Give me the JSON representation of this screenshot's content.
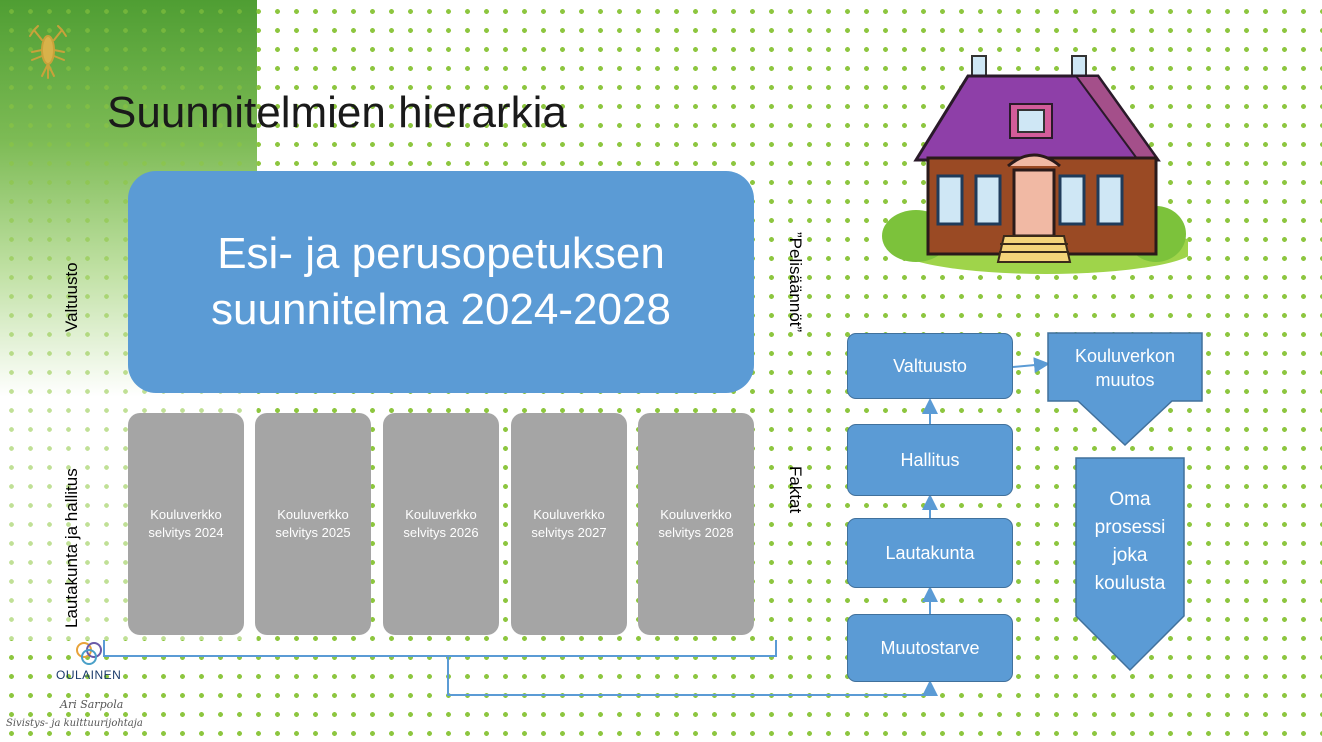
{
  "slide": {
    "title": "Suunnitelmien hierarkia",
    "main_plan": {
      "line1": "Esi- ja perusopetuksen",
      "line2": "suunnitelma 2024-2028"
    },
    "reports": [
      {
        "line1": "Kouluverkko",
        "line2": "selvitys 2024"
      },
      {
        "line1": "Kouluverkko",
        "line2": "selvitys 2025"
      },
      {
        "line1": "Kouluverkko",
        "line2": "selvitys 2026"
      },
      {
        "line1": "Kouluverkko",
        "line2": "selvitys 2027"
      },
      {
        "line1": "Kouluverkko",
        "line2": "selvitys 2028"
      }
    ],
    "left_labels": {
      "top": "Valtuusto",
      "bottom": "Lautakunta ja hallitus"
    },
    "right_labels": {
      "top": "”Pelisäännöt”",
      "bottom": "Faktat"
    },
    "flow": {
      "council": "Valtuusto",
      "board": "Hallitus",
      "committee": "Lautakunta",
      "need": "Muutostarve"
    },
    "network_change": {
      "line1": "Kouluverkon",
      "line2": "muutos"
    },
    "own_process": {
      "line1": "Oma",
      "line2": "prosessi",
      "line3": "joka",
      "line4": "koulusta"
    },
    "logo": {
      "name": "OULAINEN",
      "signature1": "Ari Sarpola",
      "signature2": "Sivistys- ja kulttuurijohtaja"
    },
    "colors": {
      "blue": "#5b9bd5",
      "gray": "#a5a5a5",
      "dots": "#8dc63f",
      "green": "#4f9e33"
    }
  }
}
